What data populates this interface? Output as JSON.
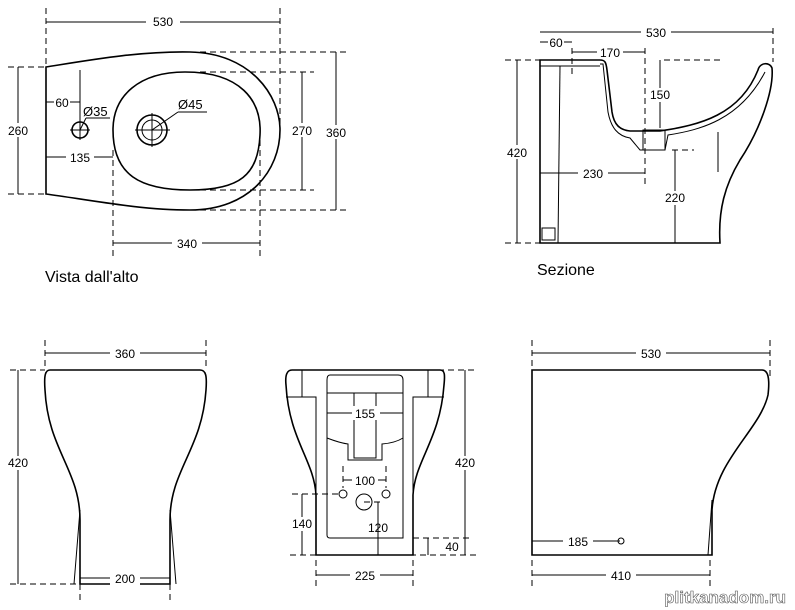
{
  "top_view": {
    "caption": "Vista dall'alto",
    "dims": {
      "length": "530",
      "width": "360",
      "rim_width": "260",
      "bowl_width": "270",
      "bowl_length": "340",
      "hole_offset": "60",
      "bowl_offset": "135",
      "tap_hole": "Ø35",
      "drain": "Ø45"
    }
  },
  "section_view": {
    "caption": "Sezione",
    "dims": {
      "length": "530",
      "offset_60": "60",
      "offset_170": "170",
      "height": "420",
      "bowl_depth": "150",
      "drain_distance": "230",
      "drain_height": "220"
    }
  },
  "front_view": {
    "dims": {
      "width": "360",
      "height": "420",
      "base_width": "200"
    }
  },
  "rear_view": {
    "dims": {
      "inner_width": "155",
      "hole_spacing": "100",
      "hole_height": "140",
      "drain_height": "120",
      "base_gap": "40",
      "height": "420",
      "base_width": "225"
    }
  },
  "side_view": {
    "dims": {
      "length": "530",
      "fixing_offset": "185",
      "base_length": "410"
    }
  },
  "watermark": "plitkanadom.ru"
}
